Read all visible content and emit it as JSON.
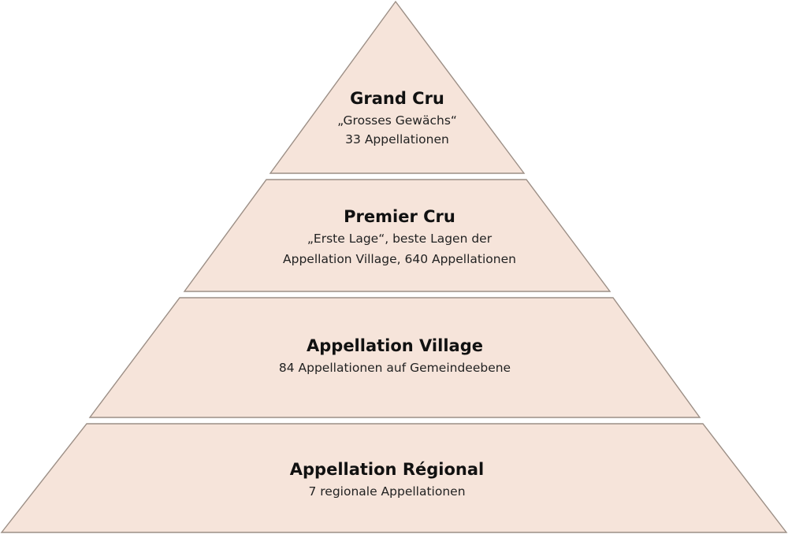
{
  "colors": {
    "tier_fill": "#f6e4da",
    "tier_stroke": "#9c8f86"
  },
  "tiers": [
    {
      "title": "Grand Cru",
      "lines": [
        "„Grosses Gewächs“",
        "33 Appellationen"
      ]
    },
    {
      "title": "Premier Cru",
      "lines": [
        "„Erste Lage“, beste Lagen der",
        "Appellation Village, 640 Appellationen"
      ]
    },
    {
      "title": "Appellation Village",
      "lines": [
        "84 Appellationen auf Gemeindeebene"
      ]
    },
    {
      "title": "Appellation Régional",
      "lines": [
        "7 regionale Appellationen"
      ]
    }
  ]
}
